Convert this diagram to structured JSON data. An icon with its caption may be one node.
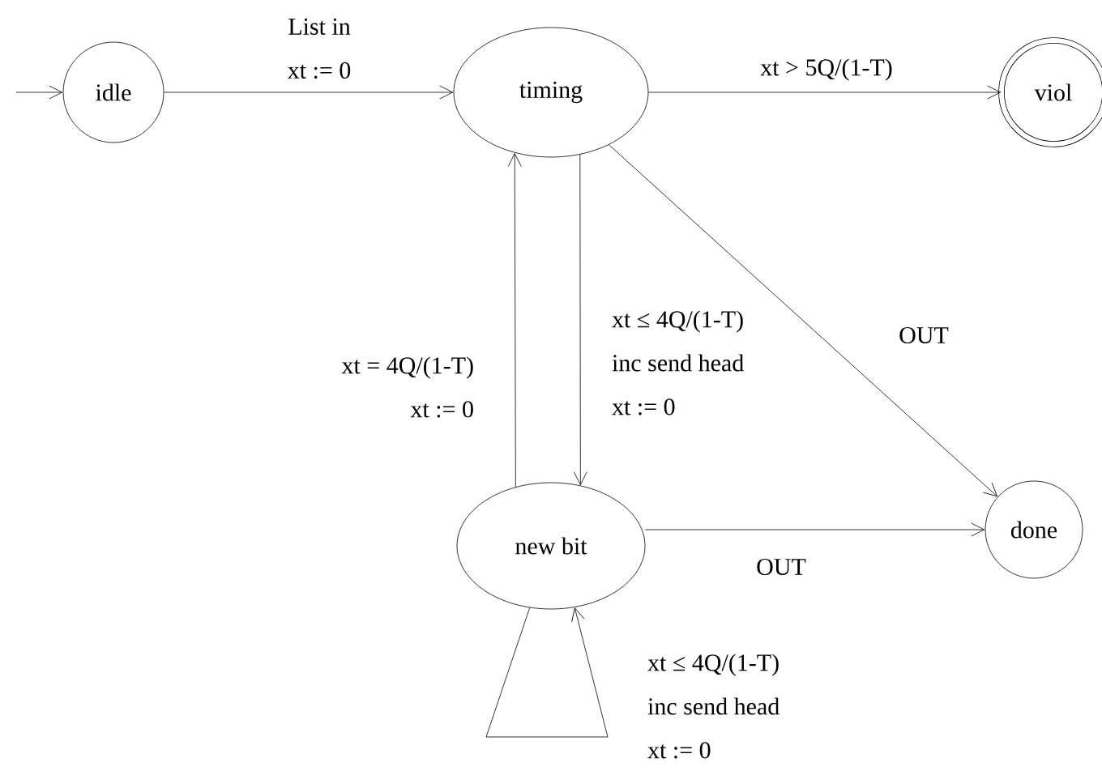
{
  "diagram": {
    "nodes": [
      {
        "text": [
          "idle"
        ]
      },
      {
        "text": [
          "timing"
        ]
      },
      {
        "text": [
          "viol"
        ]
      },
      {
        "text": [
          "new bit"
        ]
      },
      {
        "text": [
          "done"
        ]
      }
    ],
    "edges": [
      {
        "from": null,
        "to": 0,
        "arrow": "to"
      },
      {
        "from": 0,
        "to": 1,
        "arrow": "to",
        "label": "List in xt := 0"
      },
      {
        "from": 1,
        "to": 2,
        "arrow": "to",
        "label": "xt > 5Q/(1-T)"
      },
      {
        "from": 3,
        "to": 1,
        "arrow": "to",
        "label": "xt = 4Q/(1-T) xt := 0"
      },
      {
        "from": 1,
        "to": 3,
        "arrow": "to",
        "label": "xt ≤ 4Q/(1-T) inc send head xt := 0"
      },
      {
        "from": 1,
        "to": 4,
        "arrow": "to",
        "label": "OUT"
      },
      {
        "from": 3,
        "to": 4,
        "arrow": "to",
        "label": "OUT"
      },
      {
        "from": 3,
        "to": 3,
        "arrow": "to",
        "label": "xt ≤ 4Q/(1-T) inc send head xt := 0"
      }
    ]
  }
}
